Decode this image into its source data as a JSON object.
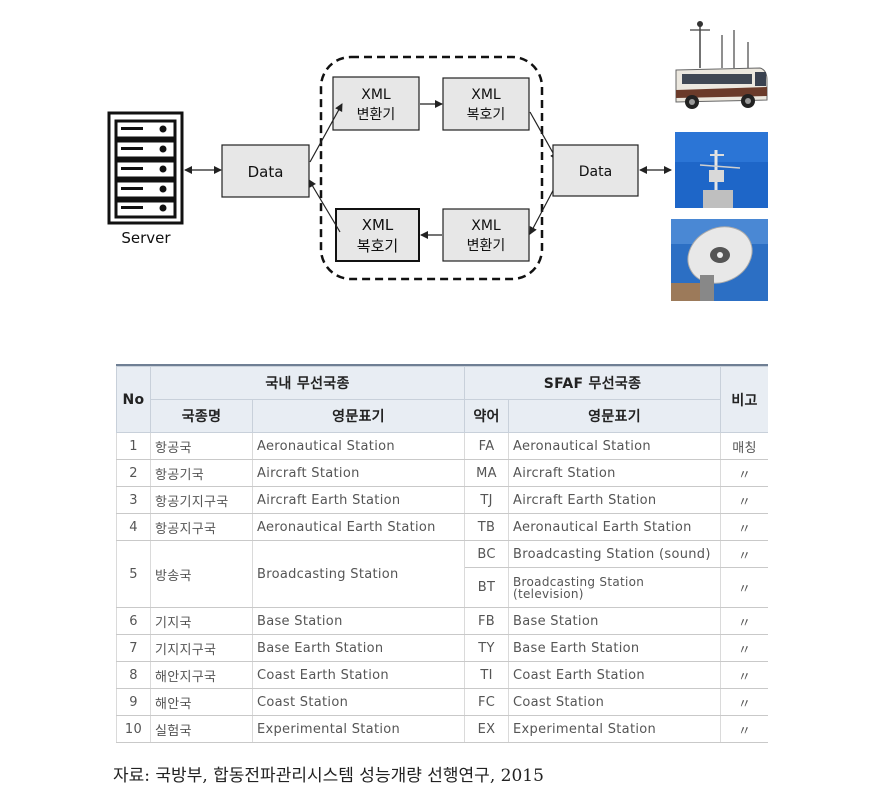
{
  "diagram": {
    "server_label": "Server",
    "left_data": "Data",
    "right_data": "Data",
    "box_top_left": [
      "XML",
      "변환기"
    ],
    "box_top_right": [
      "XML",
      "복호기"
    ],
    "box_bottom_left": [
      "XML",
      "복호기"
    ],
    "box_bottom_right": [
      "XML",
      "변환기"
    ]
  },
  "table": {
    "header_no": "No",
    "header_domestic": "국내 무선국종",
    "header_sfaf": "SFAF 무선국종",
    "header_remark": "비고",
    "sub_name": "국종명",
    "sub_english": "영문표기",
    "sub_abbr": "약어",
    "sub_sfaf_english": "영문표기",
    "rows": [
      {
        "no": "1",
        "name": "항공국",
        "english": "Aeronautical Station",
        "abbr": "FA",
        "sfaf": "Aeronautical Station",
        "remark": "매칭"
      },
      {
        "no": "2",
        "name": "항공기국",
        "english": "Aircraft Station",
        "abbr": "MA",
        "sfaf": "Aircraft Station",
        "remark": "〃"
      },
      {
        "no": "3",
        "name": "항공기지구국",
        "english": "Aircraft Earth Station",
        "abbr": "TJ",
        "sfaf": "Aircraft Earth Station",
        "remark": "〃"
      },
      {
        "no": "4",
        "name": "항공지구국",
        "english": "Aeronautical Earth Station",
        "abbr": "TB",
        "sfaf": "Aeronautical Earth Station",
        "remark": "〃"
      },
      {
        "no": "5",
        "name": "방송국",
        "english": "Broadcasting Station",
        "abbr": "BC",
        "sfaf": "Broadcasting Station (sound)",
        "remark": "〃",
        "abbr2": "BT",
        "sfaf2_line1": "Broadcasting Station",
        "sfaf2_line2": "(television)",
        "remark2": "〃"
      },
      {
        "no": "6",
        "name": "기지국",
        "english": "Base Station",
        "abbr": "FB",
        "sfaf": "Base Station",
        "remark": "〃"
      },
      {
        "no": "7",
        "name": "기지지구국",
        "english": "Base Earth Station",
        "abbr": "TY",
        "sfaf": "Base Earth Station",
        "remark": "〃"
      },
      {
        "no": "8",
        "name": "해안지구국",
        "english": "Coast Earth Station",
        "abbr": "TI",
        "sfaf": "Coast Earth Station",
        "remark": "〃"
      },
      {
        "no": "9",
        "name": "해안국",
        "english": "Coast Station",
        "abbr": "FC",
        "sfaf": "Coast Station",
        "remark": "〃"
      },
      {
        "no": "10",
        "name": "실험국",
        "english": "Experimental Station",
        "abbr": "EX",
        "sfaf": "Experimental Station",
        "remark": "〃"
      }
    ]
  },
  "source_note": "자료: 국방부, 합동전파관리시스템 성능개량 선행연구, 2015"
}
